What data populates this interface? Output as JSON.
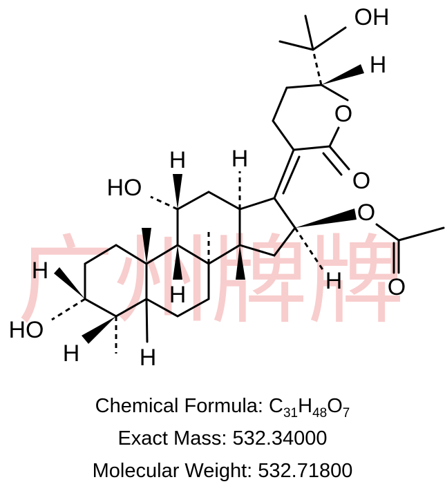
{
  "watermark": "广州牌牌",
  "atoms": {
    "oh_top": "OH",
    "h_lactone": "H",
    "o_ring": "O",
    "o_carbonyl": "O",
    "h_c13": "H",
    "h_c11": "H",
    "ho_c11": "HO",
    "o_acetate": "O",
    "o_acetyl": "O",
    "h_c16": "H",
    "h_c3": "H",
    "ho_c3": "HO",
    "h_c9": "H",
    "h_c4": "H",
    "h_c5": "H"
  },
  "info": {
    "formula_label": "Chemical Formula: ",
    "formula": [
      {
        "el": "C",
        "n": "31"
      },
      {
        "el": "H",
        "n": "48"
      },
      {
        "el": "O",
        "n": "7"
      }
    ],
    "exact_mass": "Exact Mass: 532.34000",
    "molecular_weight": "Molecular Weight: 532.71800"
  }
}
